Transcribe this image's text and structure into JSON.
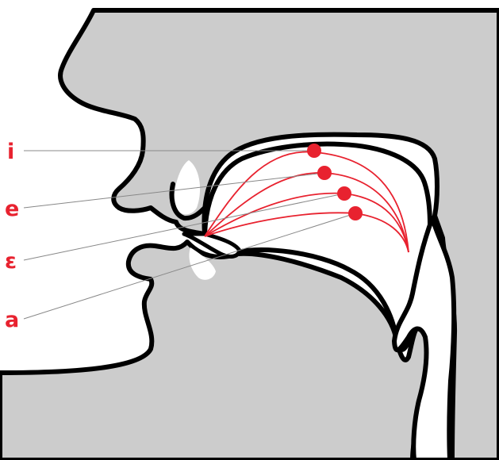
{
  "diagram": {
    "colors": {
      "head": "#cccccc",
      "outline": "#000000",
      "tongue": "#e8222f",
      "leader": "#888888",
      "label": "#e8222f",
      "background": "#ffffff"
    },
    "vowels": [
      {
        "label": "i"
      },
      {
        "label": "e"
      },
      {
        "label": "ɛ"
      },
      {
        "label": "a"
      }
    ]
  }
}
